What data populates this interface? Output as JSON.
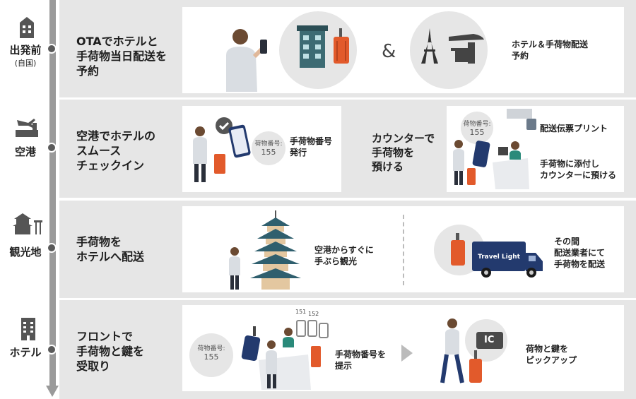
{
  "colors": {
    "rail": "#9a9a9a",
    "stage_bg": "#e6e6e6",
    "accent_orange": "#e25a2b",
    "navy": "#233a6e"
  },
  "stages": [
    {
      "label": "出発前",
      "sublabel": "(自国)",
      "icon": "building-icon",
      "title": "OTAでホテルと\n手荷物当日配送を\n予約"
    },
    {
      "label": "空港",
      "icon": "airport-icon",
      "title": "空港でホテルの\nスムース\nチェックイン"
    },
    {
      "label": "観光地",
      "icon": "castle-icon",
      "title": "手荷物を\nホテルへ配送"
    },
    {
      "label": "ホテル",
      "icon": "hotel-icon",
      "title": "フロントで\n手荷物と鍵を\n受取り"
    }
  ],
  "row1": {
    "amp": "&",
    "caption": "ホテル＆手荷物配送\n予約"
  },
  "row2": {
    "tag1": {
      "line1": "荷物番号:",
      "line2": "155"
    },
    "caption1": "手荷物番号\n発行",
    "step2": "カウンターで\n手荷物を\n預ける",
    "tag2": {
      "line1": "荷物番号:",
      "line2": "155"
    },
    "caption2": "配送伝票プリント",
    "caption3": "手荷物に添付し\nカウンターに預ける"
  },
  "row3": {
    "caption1": "空港からすぐに\n手ぶら観光",
    "truck_label": "Travel Light",
    "caption2": "その間\n配送業者にて\n手荷物を配送"
  },
  "row4": {
    "tag": {
      "line1": "荷物番号:",
      "line2": "155"
    },
    "bag_nums": [
      "151",
      "152"
    ],
    "caption1": "手荷物番号を\n提示",
    "ic_label": "IC",
    "caption2": "荷物と鍵を\nピックアップ"
  }
}
